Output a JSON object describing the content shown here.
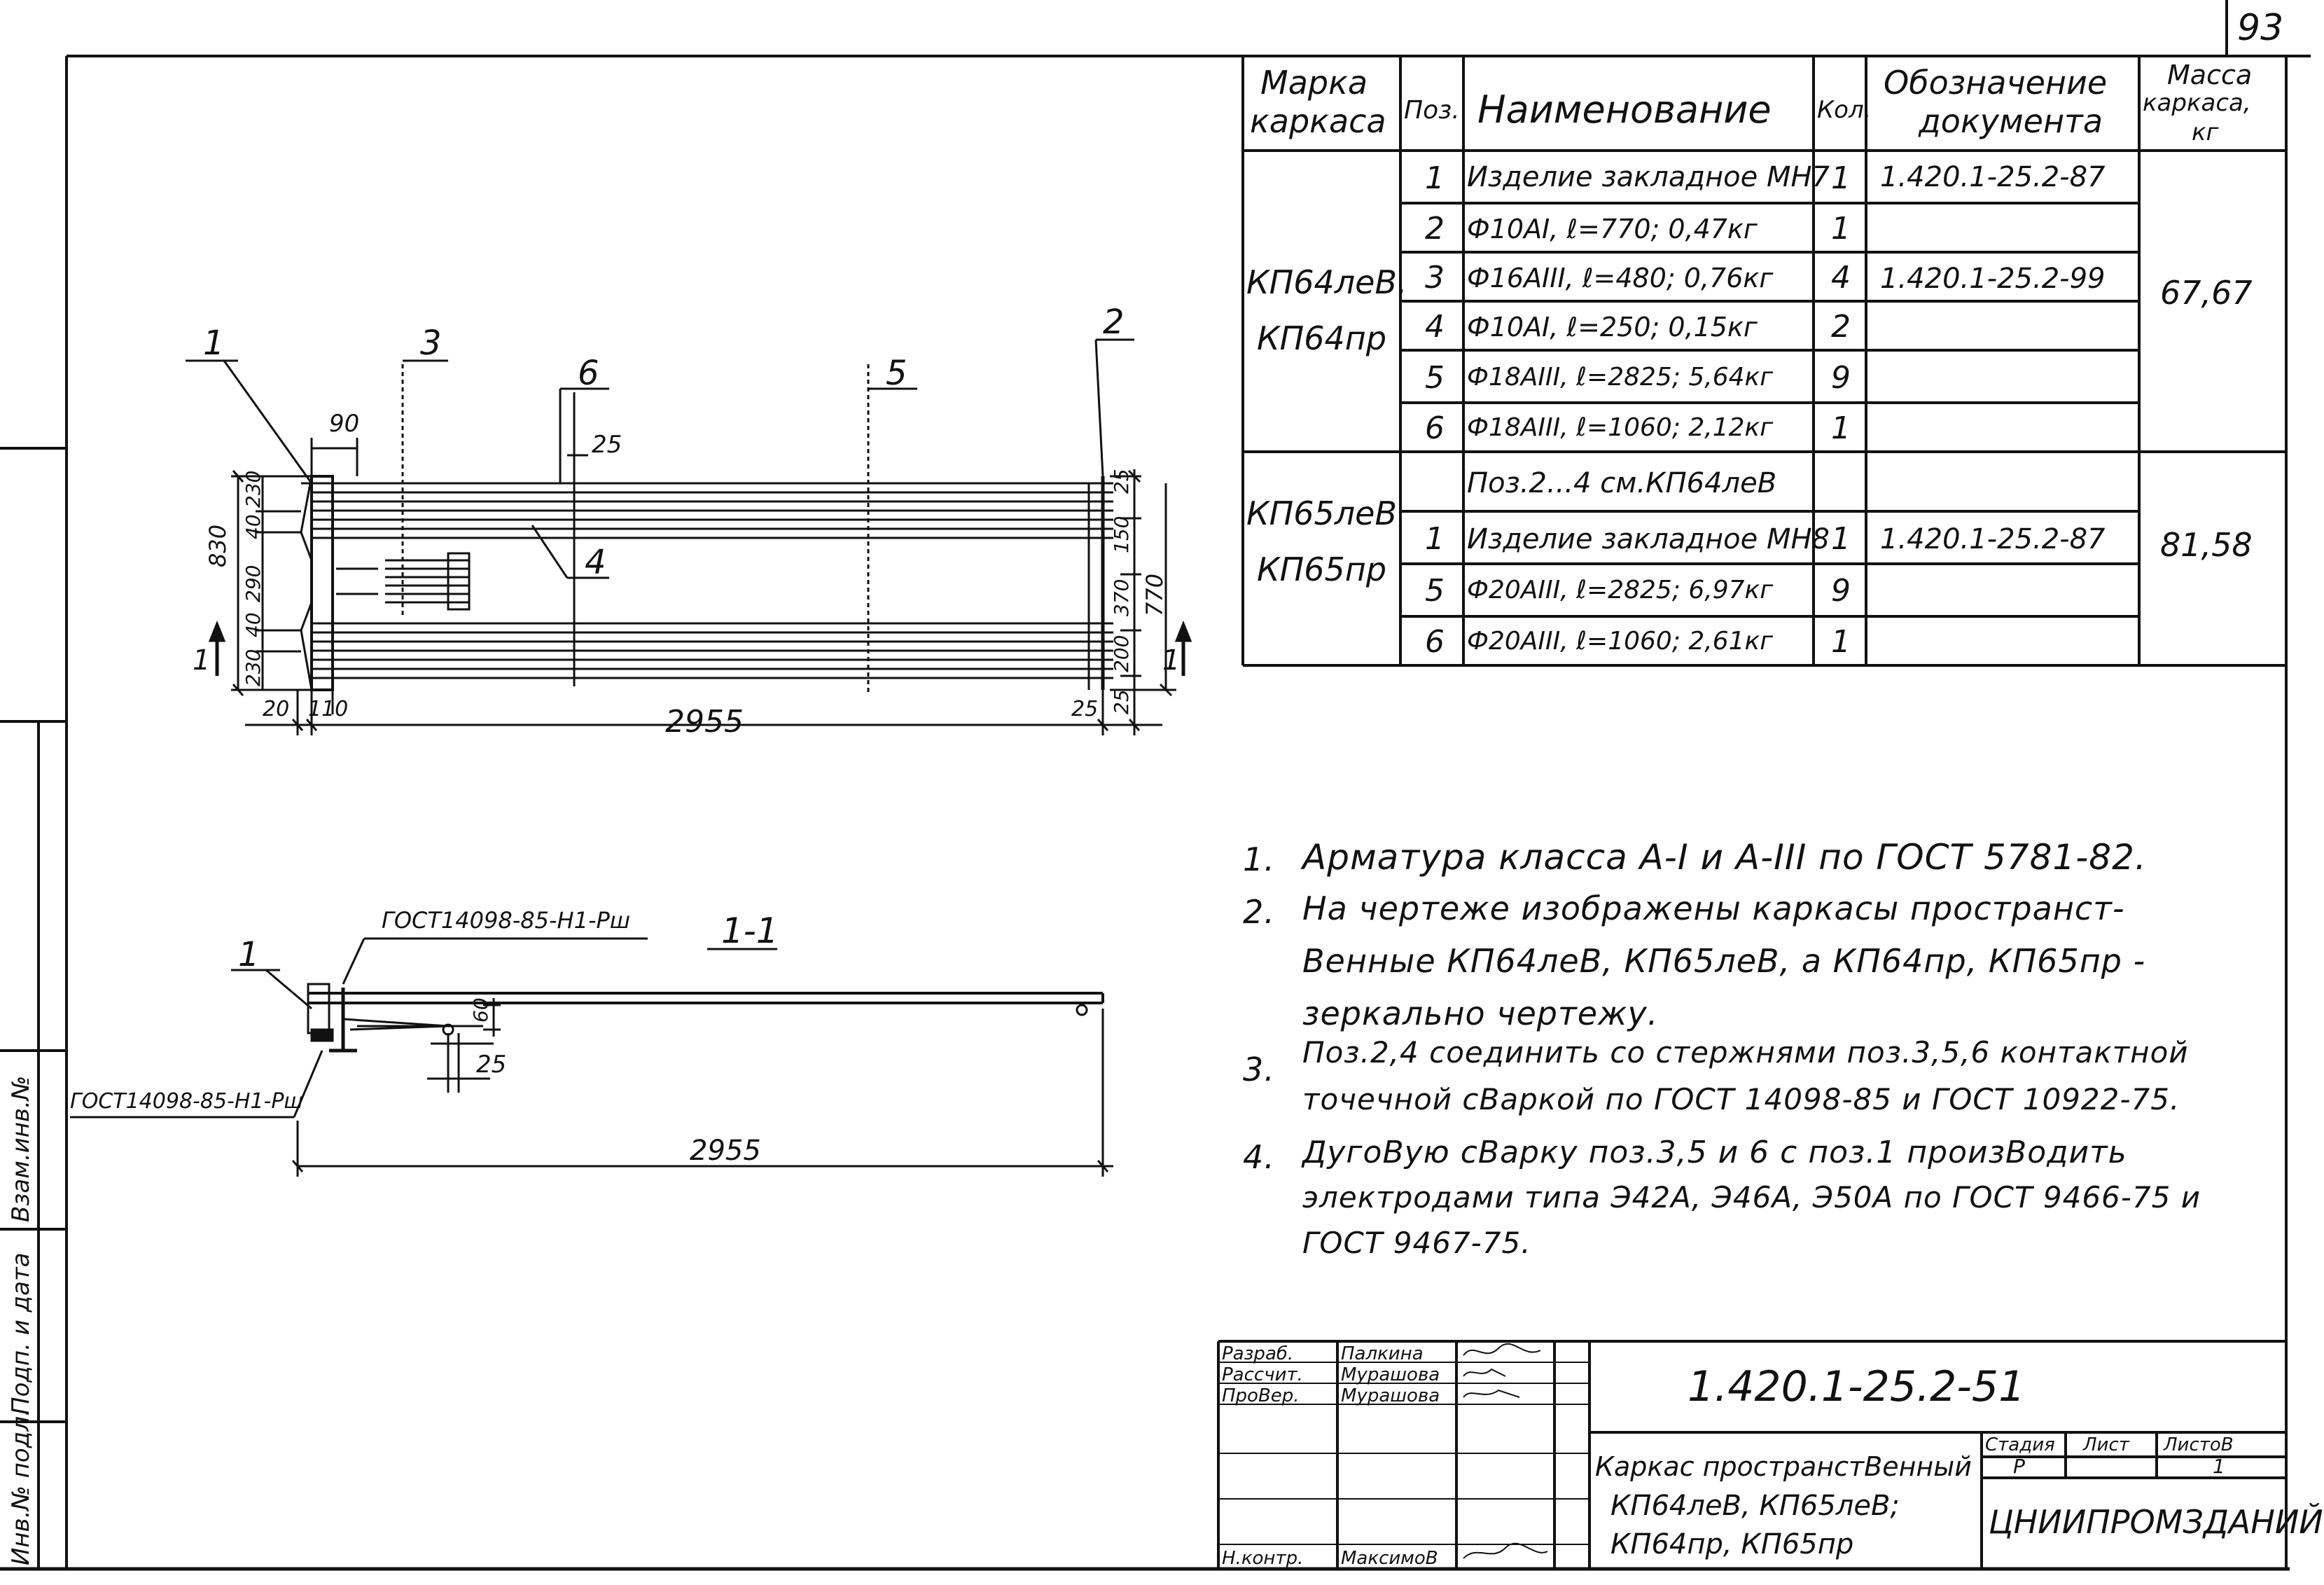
{
  "page_number": "93",
  "spec_table": {
    "headers": {
      "mark": [
        "Марка",
        "каркаса"
      ],
      "pos": "Поз.",
      "name": "Наименование",
      "qty": "Кол.",
      "doc": [
        "Обозначение",
        "документа"
      ],
      "mass": [
        "Масса",
        "каркаса,",
        "кг"
      ]
    },
    "group1": {
      "marks": [
        "КП64леВ.",
        "КП64пр"
      ],
      "mass": "67,67",
      "rows": [
        {
          "pos": "1",
          "name": "Изделие закладное МН7",
          "qty": "1",
          "doc": "1.420.1-25.2-87"
        },
        {
          "pos": "2",
          "name": "Ф10АI, ℓ=770; 0,47кг",
          "qty": "1",
          "doc": ""
        },
        {
          "pos": "3",
          "name": "Ф16АIII, ℓ=480; 0,76кг",
          "qty": "4",
          "doc": "1.420.1-25.2-99"
        },
        {
          "pos": "4",
          "name": "Ф10АI, ℓ=250; 0,15кг",
          "qty": "2",
          "doc": ""
        },
        {
          "pos": "5",
          "name": "Ф18АIII, ℓ=2825; 5,64кг",
          "qty": "9",
          "doc": ""
        },
        {
          "pos": "6",
          "name": "Ф18АIII, ℓ=1060; 2,12кг",
          "qty": "1",
          "doc": ""
        }
      ]
    },
    "group2": {
      "marks": [
        "КП65леВ",
        "КП65пр"
      ],
      "mass": "81,58",
      "rows": [
        {
          "pos": "",
          "name": "Поз.2...4 см.КП64леВ",
          "qty": "",
          "doc": ""
        },
        {
          "pos": "1",
          "name": "Изделие закладное МН8",
          "qty": "1",
          "doc": "1.420.1-25.2-87"
        },
        {
          "pos": "5",
          "name": "Ф20АIII, ℓ=2825; 6,97кг",
          "qty": "9",
          "doc": ""
        },
        {
          "pos": "6",
          "name": "Ф20АIII, ℓ=1060; 2,61кг",
          "qty": "1",
          "doc": ""
        }
      ]
    }
  },
  "plan_view": {
    "callouts": [
      "1",
      "3",
      "6",
      "5",
      "2",
      "4"
    ],
    "dims": {
      "top_90": "90",
      "top_25": "25",
      "left_830": "830",
      "left_230a": "230",
      "left_40a": "40",
      "left_290": "290",
      "left_40b": "40",
      "left_230b": "230",
      "right_25": "25",
      "right_150": "150",
      "right_370": "370",
      "right_200": "200",
      "right_25b": "25",
      "right_770": "770",
      "bottom_20": "20",
      "bottom_110": "110",
      "bottom_25": "25",
      "overall": "2955"
    },
    "section_marks": [
      "1",
      "1"
    ]
  },
  "section_view": {
    "title": "1-1",
    "label_top": "ГОСТ14098-85-Н1-Рш",
    "label_bottom": "ГОСТ14098-85-Н1-Рш",
    "callout": "1",
    "dim_60": "60",
    "dim_25": "25",
    "overall": "2955"
  },
  "notes": [
    {
      "num": "1.",
      "lines": [
        "Арматура класса А-I и А-III по ГОСТ 5781-82."
      ]
    },
    {
      "num": "2.",
      "lines": [
        "На чертеже изображены каркасы пространст-",
        "Венные КП64леВ, КП65леВ, а КП64пр, КП65пр -",
        "зеркально чертежу."
      ]
    },
    {
      "num": "3.",
      "lines": [
        "Поз.2,4 соединить со стержнями поз.3,5,6 контактной",
        "точечной сВаркой по ГОСТ 14098-85 и ГОСТ 10922-75."
      ]
    },
    {
      "num": "4.",
      "lines": [
        "ДугоВую сВарку поз.3,5 и 6 с поз.1 произВодить",
        "электродами типа Э42А, Э46А, Э50А по ГОСТ 9466-75 и",
        "ГОСТ 9467-75."
      ]
    }
  ],
  "side_stamp": [
    "Инв.№ подл.",
    "Подп. и дата",
    "Взам.инв.№"
  ],
  "title_block": {
    "doc_code": "1.420.1-25.2-51",
    "roles": [
      {
        "role": "Разраб.",
        "name": "Палкина"
      },
      {
        "role": "Рассчит.",
        "name": "Мурашова"
      },
      {
        "role": "ПроВер.",
        "name": "Мурашова"
      },
      {
        "role": "",
        "name": ""
      },
      {
        "role": "",
        "name": ""
      },
      {
        "role": "Н.контр.",
        "name": "МаксимоВ"
      }
    ],
    "title_lines": [
      "Каркас пространстВенный",
      "КП64леВ, КП65леВ;",
      "КП64пр, КП65пр"
    ],
    "stage_header": "Стадия",
    "sheet_header": "Лист",
    "sheets_header": "ЛистоВ",
    "stage": "Р",
    "sheet": "",
    "sheets": "1",
    "organization": "ЦНИИПРОМЗДАНИЙ"
  }
}
